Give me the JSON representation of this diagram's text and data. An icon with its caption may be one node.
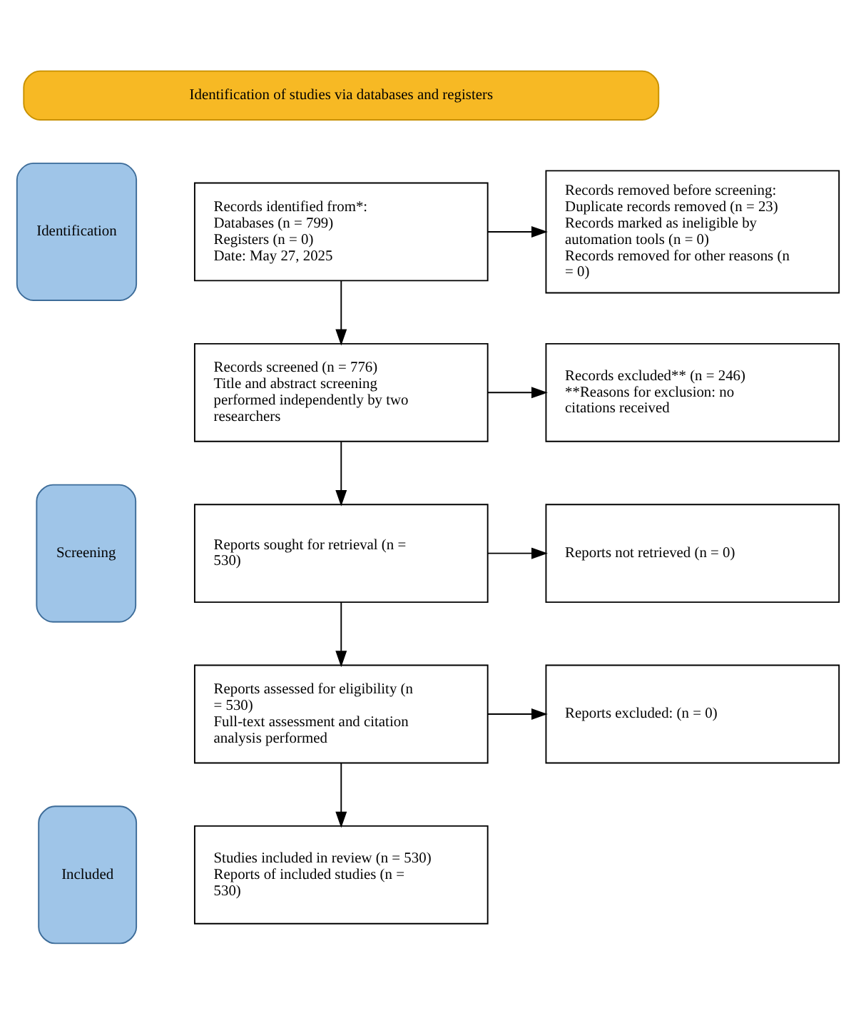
{
  "diagram": {
    "nodes": [
      {
        "text": [
          "Identification of studies via databases and registers"
        ]
      },
      {
        "text": [
          "Identification"
        ]
      },
      {
        "text": [
          "Records identified from*:",
          "Databases (n = 799)",
          "Registers (n = 0)",
          "Date: May 27, 2025"
        ]
      },
      {
        "text": [
          "Records removed before screening:",
          "Duplicate records removed (n = 23)",
          "Records marked as ineligible by automation tools (n = 0)",
          "Records removed for other reasons (n = 0)"
        ]
      },
      {
        "text": [
          "Screening"
        ]
      },
      {
        "text": [
          "Records screened (n = 776)",
          "Title and abstract screening performed independently by two researchers"
        ]
      },
      {
        "text": [
          "Records excluded** (n = 246)",
          "**Reasons for exclusion: no citations received"
        ]
      },
      {
        "text": [
          "Reports sought for retrieval (n = 530)"
        ]
      },
      {
        "text": [
          "Reports not retrieved (n = 0)"
        ]
      },
      {
        "text": [
          "Reports assessed for eligibility (n = 530)",
          "Full-text assessment and citation analysis performed"
        ]
      },
      {
        "text": [
          "Reports excluded: (n = 0)"
        ]
      },
      {
        "text": [
          "Included"
        ]
      },
      {
        "text": [
          "Studies included in review (n = 530)",
          "Reports of included studies (n = 530)"
        ]
      }
    ],
    "edges": [
      {
        "from": 2,
        "to": 3,
        "arrow": "to"
      },
      {
        "from": 2,
        "to": 5,
        "arrow": "to"
      },
      {
        "from": 5,
        "to": 6,
        "arrow": "to"
      },
      {
        "from": 5,
        "to": 7,
        "arrow": "to"
      },
      {
        "from": 7,
        "to": 8,
        "arrow": "to"
      },
      {
        "from": 7,
        "to": 9,
        "arrow": "to"
      },
      {
        "from": 9,
        "to": 10,
        "arrow": "to"
      },
      {
        "from": 9,
        "to": 12,
        "arrow": "to"
      }
    ]
  }
}
